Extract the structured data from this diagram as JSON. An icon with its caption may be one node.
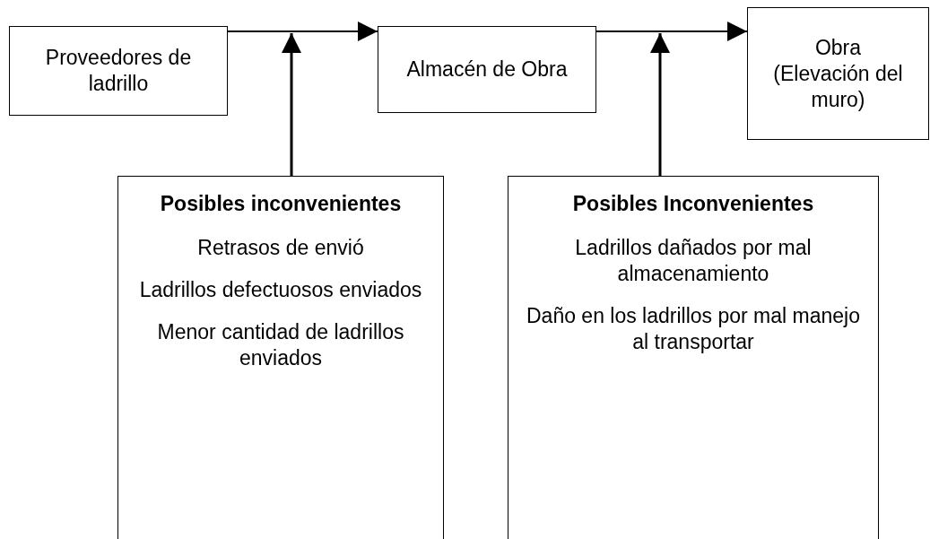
{
  "diagram": {
    "nodes": [
      {
        "text": [
          "Proveedores de ladrillo"
        ]
      },
      {
        "text": [
          "Almacén de Obra"
        ]
      },
      {
        "text": [
          "Obra (Elevación del muro)"
        ]
      },
      {
        "text": [
          "Posibles inconvenientes",
          "Retrasos de envió",
          "Ladrillos defectuosos enviados",
          "Menor cantidad de ladrillos enviados"
        ]
      },
      {
        "text": [
          "Posibles Inconvenientes",
          "Ladrillos dañados por mal almacenamiento",
          "Daño en los ladrillos por mal manejo al transportar"
        ]
      }
    ],
    "edges": [
      {
        "from": 0,
        "to": 1,
        "arrow": "to"
      },
      {
        "from": 1,
        "to": 2,
        "arrow": "to"
      },
      {
        "from": 3,
        "to": null,
        "arrow": "to"
      },
      {
        "from": 4,
        "to": null,
        "arrow": "to"
      }
    ]
  }
}
